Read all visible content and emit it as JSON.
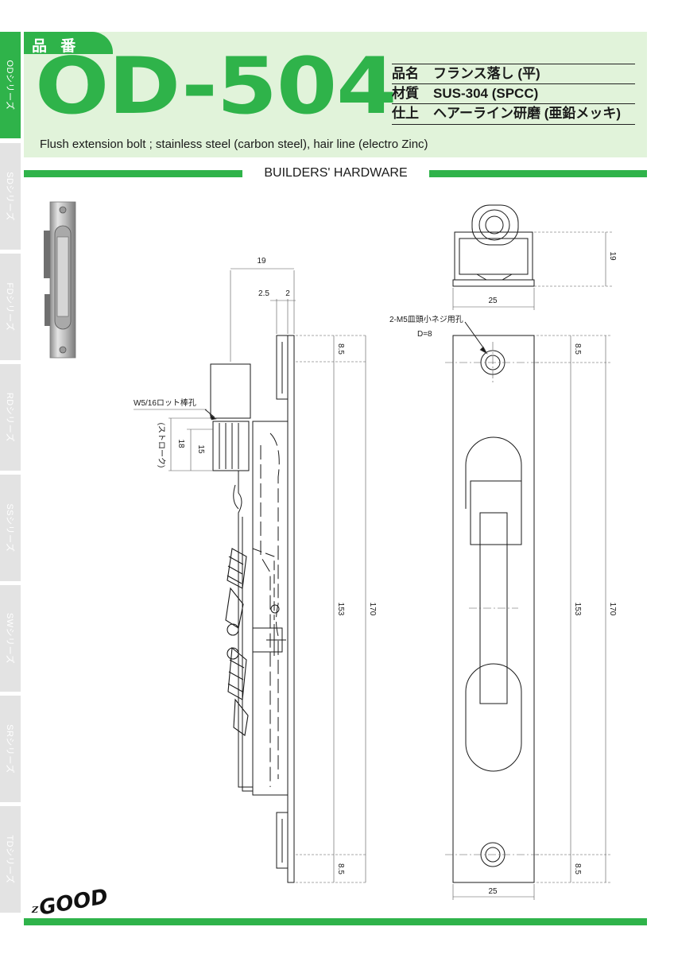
{
  "tabs": [
    {
      "label": "ODシリーズ",
      "active": true
    },
    {
      "label": "SDシリーズ",
      "active": false
    },
    {
      "label": "FDシリーズ",
      "active": false
    },
    {
      "label": "RDシリーズ",
      "active": false
    },
    {
      "label": "SSシリーズ",
      "active": false
    },
    {
      "label": "SWシリーズ",
      "active": false
    },
    {
      "label": "SRシリーズ",
      "active": false
    },
    {
      "label": "TDシリーズ",
      "active": false
    }
  ],
  "header": {
    "hinban_label": "品 番",
    "model": "OD-504",
    "specs": [
      {
        "key": "品名",
        "value": "フランス落し (平)"
      },
      {
        "key": "材質",
        "value": "SUS-304 (SPCC)"
      },
      {
        "key": "仕上",
        "value": "ヘアーライン研磨 (亜鉛メッキ)"
      }
    ],
    "english": "Flush extension bolt ; stainless steel (carbon steel), hair line (electro Zinc)"
  },
  "section_title": "BUILDERS' HARDWARE",
  "drawing": {
    "side_view": {
      "width_total": "19",
      "plate_thickness_a": "2.5",
      "plate_thickness_b": "2",
      "rod_hole_label": "W5/16ロット棒孔",
      "stroke_label": "(ストローク)",
      "stroke_outer": "18",
      "stroke_inner": "15",
      "top_offset": "8.5",
      "bottom_offset": "8.5",
      "hole_pitch": "153",
      "length_total": "170"
    },
    "top_view": {
      "height": "19",
      "width": "25"
    },
    "front_view": {
      "screw_label": "2-M5皿頭小ネジ用孔",
      "screw_diameter": "D=8",
      "top_offset": "8.5",
      "bottom_offset": "8.5",
      "hole_pitch": "153",
      "length_total": "170",
      "width": "25"
    }
  },
  "logo": {
    "text": "GOOD",
    "prefix": "Z"
  },
  "colors": {
    "accent": "#2fb34a",
    "header_bg": "#e1f3da",
    "tab_inactive": "#e3e3e3"
  }
}
